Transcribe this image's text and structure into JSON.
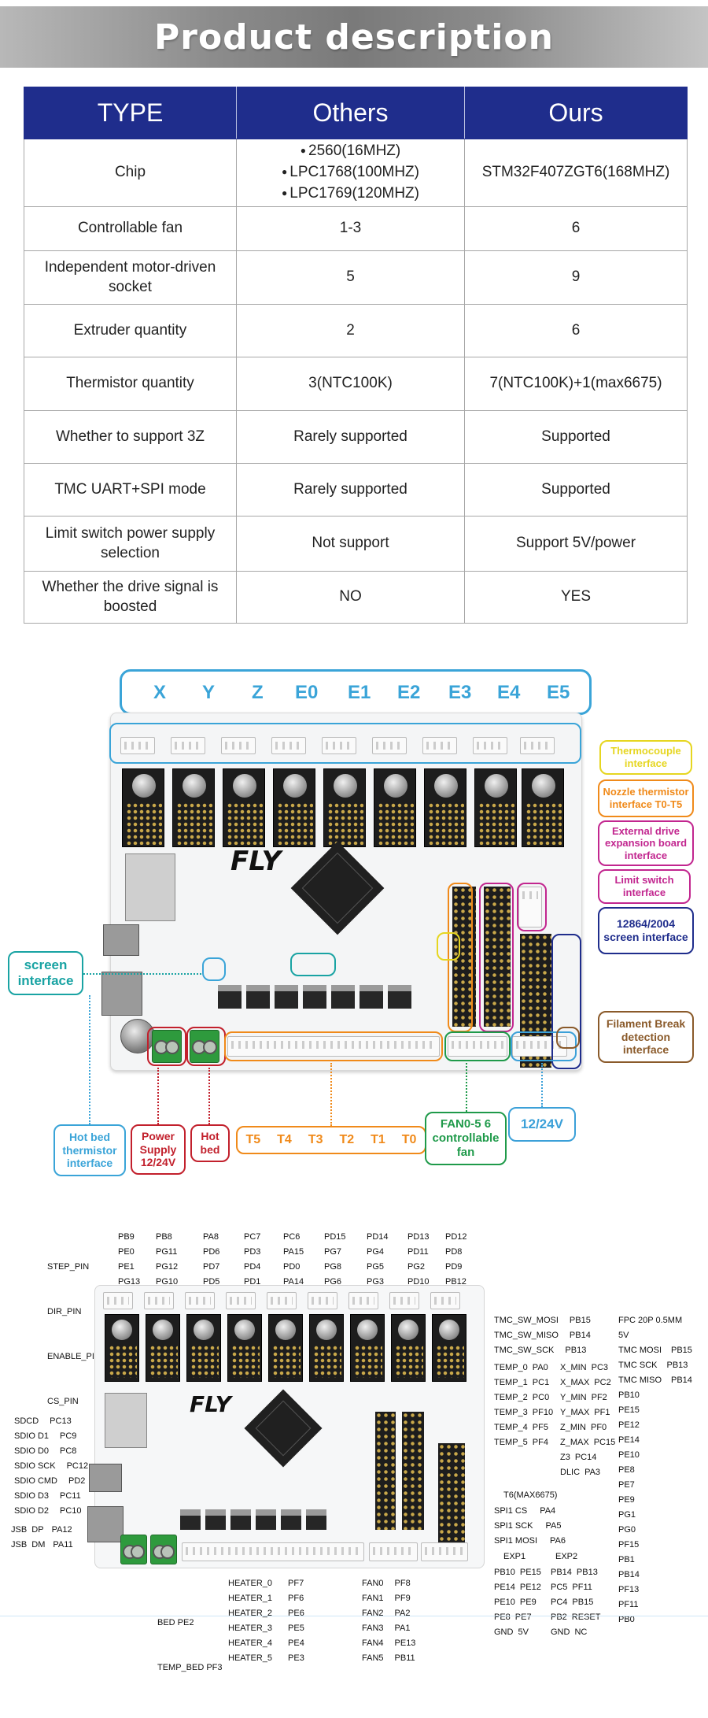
{
  "header": {
    "title": "Product description"
  },
  "comparison": {
    "columns": [
      "TYPE",
      "Others",
      "Ours"
    ],
    "rows": [
      {
        "type": "Chip",
        "others": [
          "2560(16MHZ)",
          "LPC1768(100MHZ)",
          "LPC1769(120MHZ)"
        ],
        "ours": "STM32F407ZGT6(168MHZ)"
      },
      {
        "type": "Controllable fan",
        "others": "1-3",
        "ours": "6"
      },
      {
        "type": "Independent motor-driven socket",
        "others": "5",
        "ours": "9"
      },
      {
        "type": "Extruder quantity",
        "others": "2",
        "ours": "6"
      },
      {
        "type": "Thermistor quantity",
        "others": "3(NTC100K)",
        "ours": "7(NTC100K)+1(max6675)"
      },
      {
        "type": "Whether to support 3Z",
        "others": "Rarely supported",
        "ours": "Supported"
      },
      {
        "type": "TMC UART+SPI mode",
        "others": "Rarely supported",
        "ours": "Supported"
      },
      {
        "type": "Limit switch power supply selection",
        "others": "Not support",
        "ours": "Support 5V/power"
      },
      {
        "type": "Whether the drive signal is boosted",
        "others": "NO",
        "ours": "YES"
      }
    ]
  },
  "board_overview": {
    "axes": [
      "X",
      "Y",
      "Z",
      "E0",
      "E1",
      "E2",
      "E3",
      "E4",
      "E5"
    ],
    "brand": "FLY",
    "annotations": {
      "thermocouple": "Thermocouple interface",
      "nozzle_thermistor": "Nozzle thermistor interface  T0-T5",
      "external_drive": "External drive expansion board interface",
      "limit_switch": "Limit switch interface",
      "screen_12864": "12864/2004 screen interface",
      "filament": "Filament Break detection interface",
      "screen": "screen interface",
      "hot_bed_thermistor": "Hot bed thermistor interface",
      "power_supply": "Power Supply 12/24V",
      "hot_bed": "Hot bed",
      "thermistor_ports": [
        "T5",
        "T4",
        "T3",
        "T2",
        "T1",
        "T0"
      ],
      "fans": "FAN0-5 6 controllable fan",
      "voltage": "12/24V"
    },
    "colors": {
      "cyan": "#3aa4d8",
      "yellow": "#e6d620",
      "orange": "#f08a1a",
      "magenta": "#c2268f",
      "navy": "#1f2d8c",
      "teal": "#19a3a3",
      "green": "#1f9a4a",
      "red": "#c2202c",
      "brown": "#8a5a2a",
      "blue": "#3ba0d8"
    }
  },
  "pinout": {
    "stepper_labels": [
      "STEP_PIN",
      "DIR_PIN",
      "ENABLE_PIN",
      "CS_PIN"
    ],
    "stepper_cols": [
      [
        "PB9",
        "PE0",
        "PE1",
        "PG13"
      ],
      [
        "PB8",
        "PG11",
        "PG12",
        "PG10"
      ],
      [
        "PA8",
        "PD6",
        "PD7",
        "PD5"
      ],
      [
        "PC7",
        "PD3",
        "PD4",
        "PD1"
      ],
      [
        "PC6",
        "PA15",
        "PD0",
        "PA14"
      ],
      [
        "PD15",
        "PG7",
        "PG8",
        "PG6"
      ],
      [
        "PD14",
        "PG4",
        "PG5",
        "PG3"
      ],
      [
        "PD13",
        "PD11",
        "PG2",
        "PD10"
      ],
      [
        "PD12",
        "PD8",
        "PD9",
        "PB12"
      ]
    ],
    "sdio": [
      [
        "SDCD",
        "PC13"
      ],
      [
        "SDIO D1",
        "PC9"
      ],
      [
        "SDIO D0",
        "PC8"
      ],
      [
        "SDIO SCK",
        "PC12"
      ],
      [
        "SDIO CMD",
        "PD2"
      ],
      [
        "SDIO D3",
        "PC11"
      ],
      [
        "SDIO D2",
        "PC10"
      ]
    ],
    "usb": [
      [
        "JSB  DP",
        "PA12"
      ],
      [
        "JSB  DM",
        "PA11"
      ]
    ],
    "bed": [
      [
        "BED PE2"
      ],
      [
        "TEMP_BED PF3"
      ]
    ],
    "heaters": [
      [
        "HEATER_0",
        "PF7"
      ],
      [
        "HEATER_1",
        "PF6"
      ],
      [
        "HEATER_2",
        "PE6"
      ],
      [
        "HEATER_3",
        "PE5"
      ],
      [
        "HEATER_4",
        "PE4"
      ],
      [
        "HEATER_5",
        "PE3"
      ]
    ],
    "fans": [
      [
        "FAN0",
        "PF8"
      ],
      [
        "FAN1",
        "PF9"
      ],
      [
        "FAN2",
        "PA2"
      ],
      [
        "FAN3",
        "PA1"
      ],
      [
        "FAN4",
        "PE13"
      ],
      [
        "FAN5",
        "PB11"
      ]
    ],
    "tmc_sw": [
      [
        "TMC_SW_MOSI",
        "PB15"
      ],
      [
        "TMC_SW_MISO",
        "PB14"
      ],
      [
        "TMC_SW_SCK",
        "PB13"
      ]
    ],
    "temps": [
      [
        "TEMP_0",
        "PA0"
      ],
      [
        "TEMP_1",
        "PC1"
      ],
      [
        "TEMP_2",
        "PC0"
      ],
      [
        "TEMP_3",
        "PF10"
      ],
      [
        "TEMP_4",
        "PF5"
      ],
      [
        "TEMP_5",
        "PF4"
      ]
    ],
    "limits": [
      [
        "X_MIN",
        "PC3"
      ],
      [
        "X_MAX",
        "PC2"
      ],
      [
        "Y_MIN",
        "PF2"
      ],
      [
        "Y_MAX",
        "PF1"
      ],
      [
        "Z_MIN",
        "PF0"
      ],
      [
        "Z_MAX",
        "PC15"
      ],
      [
        "Z3",
        "PC14"
      ],
      [
        "DLIC",
        "PA3"
      ]
    ],
    "max6675": {
      "title": "T6(MAX6675)",
      "pins": [
        [
          "SPI1 CS",
          "PA4"
        ],
        [
          "SPI1 SCK",
          "PA5"
        ],
        [
          "SPI1 MOSI",
          "PA6"
        ]
      ]
    },
    "exp1": {
      "title": "EXP1",
      "pins": [
        [
          "PB10",
          "PE15"
        ],
        [
          "PE14",
          "PE12"
        ],
        [
          "PE10",
          "PE9"
        ],
        [
          "PE8",
          "PE7"
        ],
        [
          "GND",
          "5V"
        ]
      ]
    },
    "exp2": {
      "title": "EXP2",
      "pins": [
        [
          "PB14",
          "PB13"
        ],
        [
          "PC5",
          "PF11"
        ],
        [
          "PC4",
          "PB15"
        ],
        [
          "PB2",
          "RESET"
        ],
        [
          "GND",
          "NC"
        ]
      ]
    },
    "fpc": {
      "title": "FPC 20P 0.5MM",
      "voltage": "5V",
      "tmc": [
        [
          "TMC MOSI",
          "PB15"
        ],
        [
          "TMC SCK",
          "PB13"
        ],
        [
          "TMC MISO",
          "PB14"
        ]
      ],
      "pins": [
        "PB10",
        "PE15",
        "PE12",
        "PE14",
        "PE10",
        "PE8",
        "PE7",
        "PE9",
        "PG1",
        "PG0",
        "PF15",
        "PB1",
        "PB14",
        "PF13",
        "PF11",
        "PB0"
      ]
    }
  }
}
